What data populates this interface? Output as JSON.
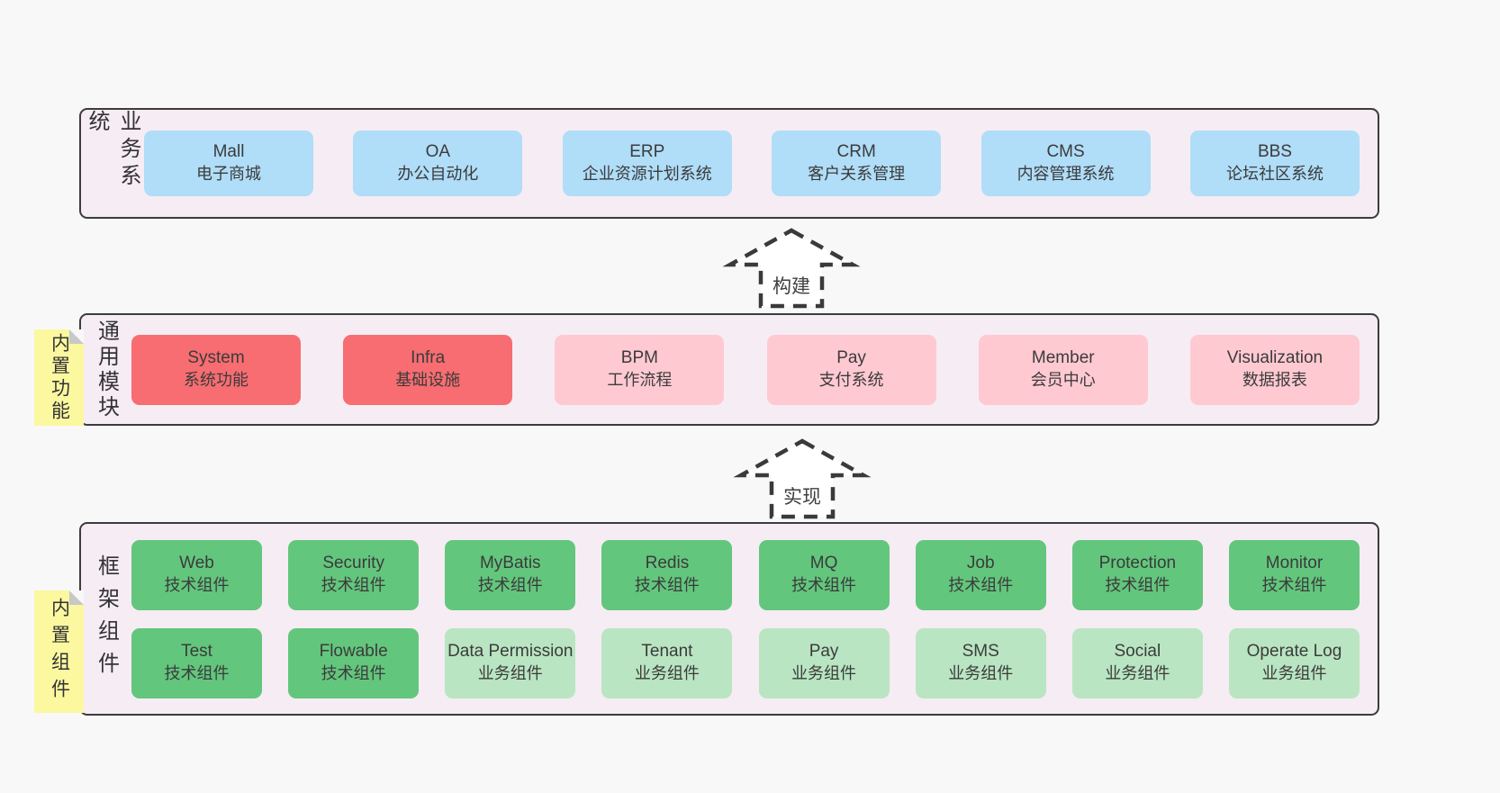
{
  "colors": {
    "page_bg": "#f8f8f8",
    "panel_bg": "#f6ecf4",
    "panel_border": "#3c3c3c",
    "blue": "#b0ddf8",
    "red": "#f76d71",
    "pink": "#ffc9d2",
    "green": "#63c67d",
    "lightgreen": "#b9e5c2",
    "sticky": "#fbf8a0",
    "sticky_fold": "#c8c8c8",
    "text": "#3b3b3b",
    "arrow_stroke": "#3a3a3a"
  },
  "arrows": [
    {
      "label": "构建"
    },
    {
      "label": "实现"
    }
  ],
  "layers": [
    {
      "label": "业务系统",
      "rows": [
        [
          {
            "title": "Mall",
            "subtitle": "电子商城",
            "variant": "blue"
          },
          {
            "title": "OA",
            "subtitle": "办公自动化",
            "variant": "blue"
          },
          {
            "title": "ERP",
            "subtitle": "企业资源计划系统",
            "variant": "blue"
          },
          {
            "title": "CRM",
            "subtitle": "客户关系管理",
            "variant": "blue"
          },
          {
            "title": "CMS",
            "subtitle": "内容管理系统",
            "variant": "blue"
          },
          {
            "title": "BBS",
            "subtitle": "论坛社区系统",
            "variant": "blue"
          }
        ]
      ]
    },
    {
      "label": "通用模块",
      "sticky": "内置功能",
      "rows": [
        [
          {
            "title": "System",
            "subtitle": "系统功能",
            "variant": "red"
          },
          {
            "title": "Infra",
            "subtitle": "基础设施",
            "variant": "red"
          },
          {
            "title": "BPM",
            "subtitle": "工作流程",
            "variant": "pink"
          },
          {
            "title": "Pay",
            "subtitle": "支付系统",
            "variant": "pink"
          },
          {
            "title": "Member",
            "subtitle": "会员中心",
            "variant": "pink"
          },
          {
            "title": "Visualization",
            "subtitle": "数据报表",
            "variant": "pink"
          }
        ]
      ]
    },
    {
      "label": "框架组件",
      "sticky": "内置组件",
      "rows": [
        [
          {
            "title": "Web",
            "subtitle": "技术组件",
            "variant": "green"
          },
          {
            "title": "Security",
            "subtitle": "技术组件",
            "variant": "green"
          },
          {
            "title": "MyBatis",
            "subtitle": "技术组件",
            "variant": "green"
          },
          {
            "title": "Redis",
            "subtitle": "技术组件",
            "variant": "green"
          },
          {
            "title": "MQ",
            "subtitle": "技术组件",
            "variant": "green"
          },
          {
            "title": "Job",
            "subtitle": "技术组件",
            "variant": "green"
          },
          {
            "title": "Protection",
            "subtitle": "技术组件",
            "variant": "green"
          },
          {
            "title": "Monitor",
            "subtitle": "技术组件",
            "variant": "green"
          }
        ],
        [
          {
            "title": "Test",
            "subtitle": "技术组件",
            "variant": "green"
          },
          {
            "title": "Flowable",
            "subtitle": "技术组件",
            "variant": "green"
          },
          {
            "title": "Data Permission",
            "subtitle": "业务组件",
            "variant": "lightgreen"
          },
          {
            "title": "Tenant",
            "subtitle": "业务组件",
            "variant": "lightgreen"
          },
          {
            "title": "Pay",
            "subtitle": "业务组件",
            "variant": "lightgreen"
          },
          {
            "title": "SMS",
            "subtitle": "业务组件",
            "variant": "lightgreen"
          },
          {
            "title": "Social",
            "subtitle": "业务组件",
            "variant": "lightgreen"
          },
          {
            "title": "Operate Log",
            "subtitle": "业务组件",
            "variant": "lightgreen"
          }
        ]
      ]
    }
  ]
}
